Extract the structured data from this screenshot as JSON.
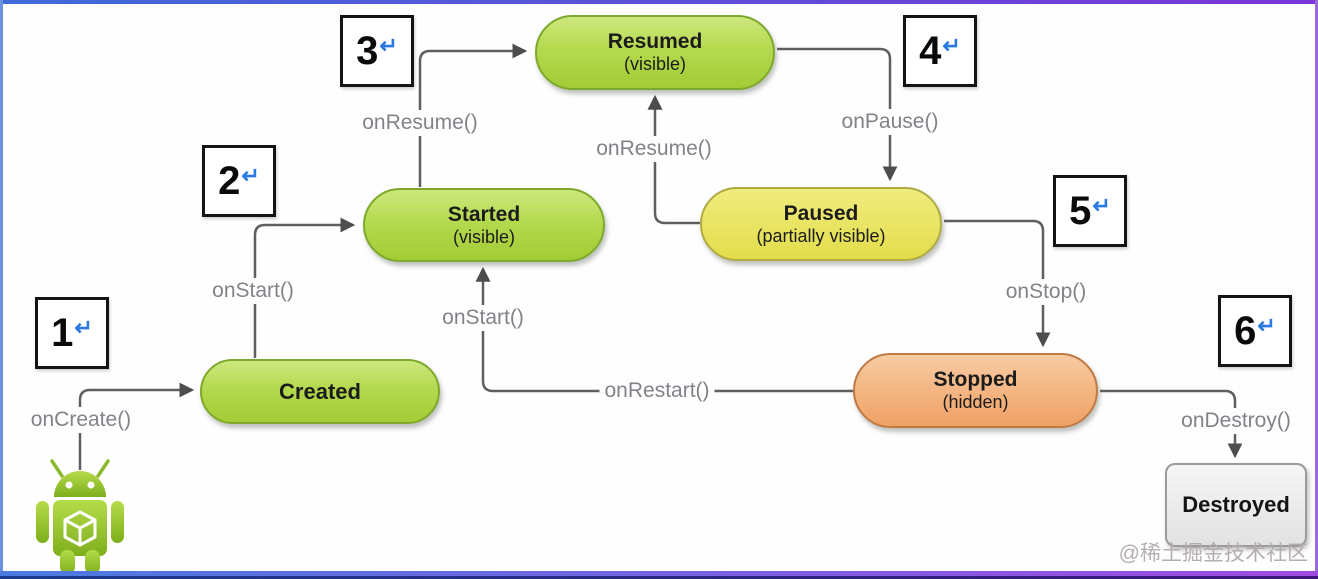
{
  "nodes": {
    "created": {
      "title": "Created"
    },
    "started": {
      "title": "Started",
      "subtitle": "(visible)"
    },
    "resumed": {
      "title": "Resumed",
      "subtitle": "(visible)"
    },
    "paused": {
      "title": "Paused",
      "subtitle": "(partially visible)"
    },
    "stopped": {
      "title": "Stopped",
      "subtitle": "(hidden)"
    },
    "destroyed": {
      "title": "Destroyed"
    }
  },
  "steps": [
    {
      "num": "1",
      "mark": "↵"
    },
    {
      "num": "2",
      "mark": "↵"
    },
    {
      "num": "3",
      "mark": "↵"
    },
    {
      "num": "4",
      "mark": "↵"
    },
    {
      "num": "5",
      "mark": "↵"
    },
    {
      "num": "6",
      "mark": "↵"
    }
  ],
  "transitions": {
    "on_create": "onCreate()",
    "on_start_left": "onStart()",
    "on_start_mid": "onStart()",
    "on_resume_left": "onResume()",
    "on_resume_mid": "onResume()",
    "on_pause": "onPause()",
    "on_stop": "onStop()",
    "on_restart": "onRestart()",
    "on_destroy": "onDestroy()"
  },
  "watermark": "@稀土掘金技术社区",
  "colors": {
    "green_top": "#cde87e",
    "green_bottom": "#a3cc36",
    "green_border": "#7ea82c",
    "yellow_top": "#f0ec7e",
    "yellow_bottom": "#e3dd4a",
    "yellow_border": "#b0aa45",
    "orange_top": "#f8cba3",
    "orange_bottom": "#f0a164",
    "orange_border": "#bf7a44",
    "gray_top": "#f6f6f6",
    "gray_bottom": "#e2e2e2",
    "gray_border": "#9b9b9b",
    "connector": "#5f5f5f",
    "label_text": "#82828a",
    "node_text": "#1c1c1c",
    "step_mark_blue": "#2a7ae2",
    "frame_blue": "#3f6bd8",
    "frame_purple": "#7b35d8",
    "watermark": "#b3abab",
    "android_green": "#9ecb2d"
  }
}
